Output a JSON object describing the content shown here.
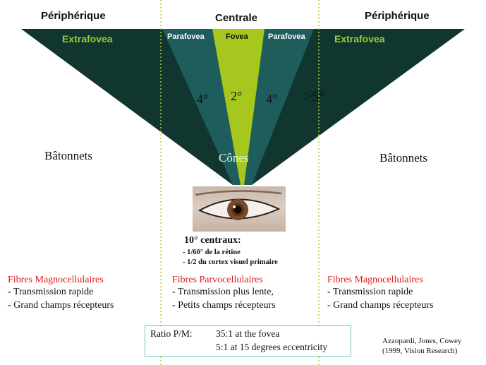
{
  "headers": {
    "left": "Périphérique",
    "center": "Centrale",
    "right": "Périphérique"
  },
  "zones": {
    "extrafovea_left": "Extrafovea",
    "parafovea_left": "Parafovea",
    "fovea": "Fovea",
    "parafovea_right": "Parafovea",
    "extrafovea_right": "Extrafovea"
  },
  "angles": {
    "left": "4°",
    "center": "2°",
    "right": "4°",
    "far": ">5°"
  },
  "cells": {
    "left": "Bâtonnets",
    "center": "Cônes",
    "right": "Bâtonnets"
  },
  "central_note": {
    "title": "10°   centraux:",
    "line1": "- 1/60°   de la rétine",
    "line2": "- 1/2 du cortex visuel primaire"
  },
  "fibres": {
    "left": {
      "title": "Fibres Magnocellulaires",
      "items": [
        "- Transmission rapide",
        "- Grand champs récepteurs"
      ]
    },
    "center": {
      "title": "Fibres Parvocellulaires",
      "items": [
        "- Transmission plus lente,",
        "- Petits champs récepteurs"
      ]
    },
    "right": {
      "title": "Fibres Magnocellulaires",
      "items": [
        "- Transmission rapide",
        "- Grand champs récepteurs"
      ]
    }
  },
  "ratio": {
    "label": "Ratio P/M:",
    "line1": "35:1 at the fovea",
    "line2": "5:1 at 15 degrees eccentricity"
  },
  "reference": {
    "line1": "Azzopardi, Jones, Cowey",
    "line2": "(1999, Vision Research)"
  },
  "colors": {
    "extrafovea": "#11362f",
    "parafovea": "#1e5d5c",
    "fovea": "#a6c71d",
    "zone_label": "#9acd32",
    "fibre_title": "#e31b1b",
    "divider": "#b5cc3c",
    "ratio_border": "#6fc2c8"
  }
}
